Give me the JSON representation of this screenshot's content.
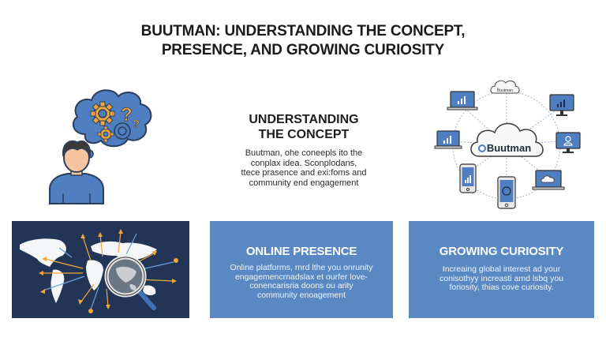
{
  "header": {
    "title_line1": "BUUTMAN: UNDERSTANDING THE CONCEPT,",
    "title_line2": "PRESENCE, AND GROWING CURIOSITY"
  },
  "concept": {
    "heading_line1": "UNDERSTANDING",
    "heading_line2": "THE CONCEPT",
    "body_lines": [
      "Buutman, ohe coneepls ito the",
      "conplax idea. Sconplodans,",
      "ttece prasence and exi:foms and",
      "community end engagement"
    ]
  },
  "illustrations": {
    "thinker": "person-thinking-icon",
    "network_center_label": "Buutman",
    "network_top_label": "Buutman",
    "network_devices": [
      "laptop-chart",
      "monitor-chart",
      "laptop-chart",
      "monitor-user",
      "phone-chart",
      "phone-logo",
      "laptop-cloud"
    ],
    "map": "world-map-magnifier-icon"
  },
  "panels": {
    "online": {
      "heading": "ONLINE PRESENCE",
      "body_lines": [
        "Online platforms, rnrd lthe you onrunity",
        "engagemencrnadslax et ourfer love-",
        "conencarisria doons ou arity",
        "community enoagement"
      ]
    },
    "curiosity": {
      "heading": "GROWING CURIOSITY",
      "body_lines": [
        "Increaing global interest ad your",
        "conisothyy increasti amd lsbq you",
        "foriosity, thias cove curiosity."
      ]
    }
  },
  "colors": {
    "panel_blue": "#5a88c2",
    "panel_navy": "#233556",
    "accent_orange": "#f0a83a",
    "icon_blue": "#4f7fc0"
  }
}
